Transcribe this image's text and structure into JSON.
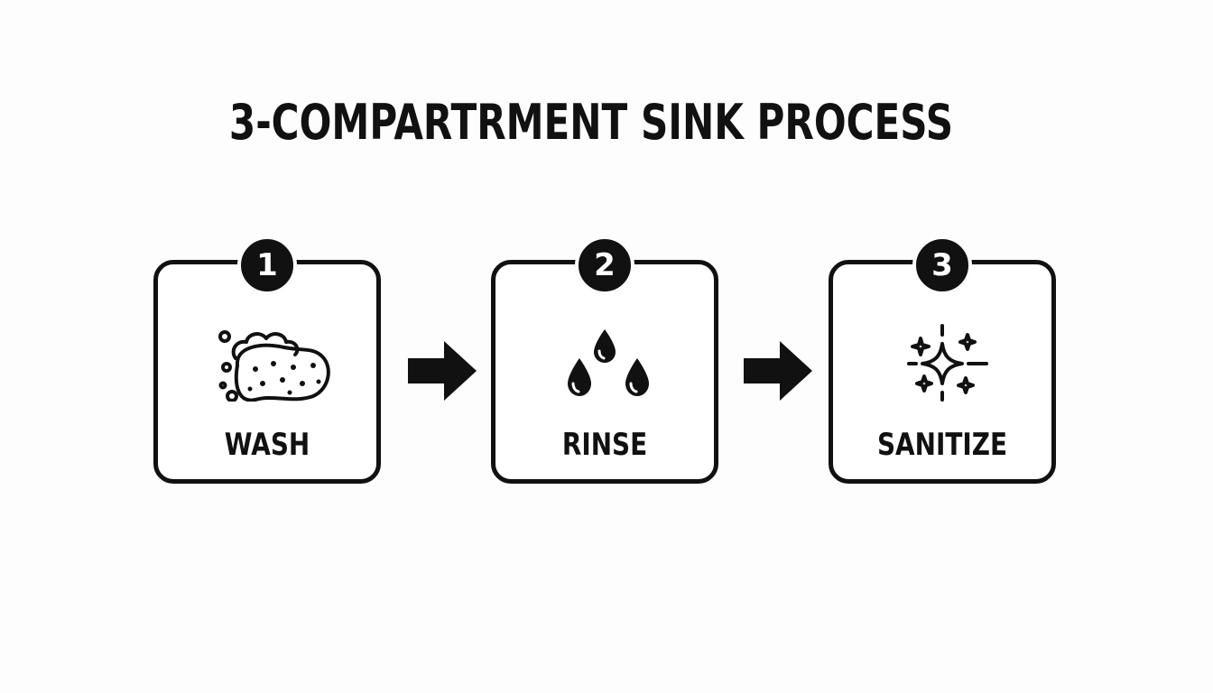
{
  "title": "3-COMPARTRMENT SINK PROCESS",
  "steps": [
    {
      "number": "1",
      "label": "WASH",
      "icon": "sponge-bubbles-icon"
    },
    {
      "number": "2",
      "label": "RINSE",
      "icon": "water-drops-icon"
    },
    {
      "number": "3",
      "label": "SANITIZE",
      "icon": "sparkle-icon"
    }
  ],
  "colors": {
    "ink": "#111111",
    "background": "#fdfdfd"
  }
}
